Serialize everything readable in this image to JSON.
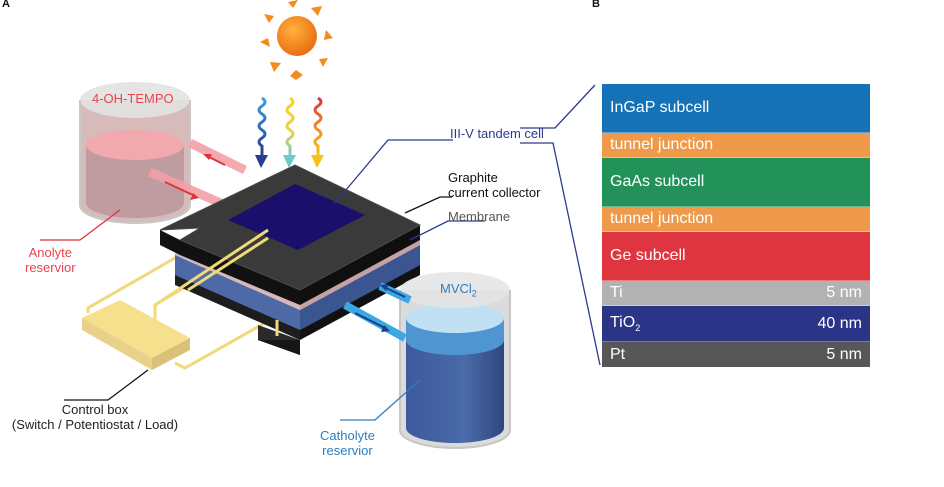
{
  "panels": {
    "a_label": "A",
    "b_label": "B"
  },
  "diagram_a": {
    "labels": {
      "anolyte_species": "4-OH-TEMPO",
      "anolyte_reservoir_line1": "Anolyte",
      "anolyte_reservoir_line2": "reservior",
      "tandem_cell": "III-V tandem cell",
      "graphite_line1": "Graphite",
      "graphite_line2": "current collector",
      "membrane": "Membrane",
      "catholyte_species": "MVCl",
      "catholyte_species_sub": "2",
      "catholyte_reservoir_line1": "Catholyte",
      "catholyte_reservoir_line2": "reservior",
      "control_box_line1": "Control box",
      "control_box_line2": "(Switch / Potentiostat / Load)"
    },
    "icons": [
      "sun-icon",
      "light-wave-blue",
      "light-wave-yellow",
      "light-wave-orange"
    ],
    "colors": {
      "anolyte": "#e8444f",
      "catholyte": "#2a7fc4",
      "tandem_leader": "#2b3b8f",
      "sun": "#f08a1c",
      "wire": "#f3dd7a"
    }
  },
  "diagram_b": {
    "layers": [
      {
        "name": "InGaP subcell",
        "thickness": "",
        "color": "#1572b6"
      },
      {
        "name": "tunnel junction",
        "thickness": "",
        "color": "#ee9a4a"
      },
      {
        "name": "GaAs subcell",
        "thickness": "",
        "color": "#23925a"
      },
      {
        "name": "tunnel junction",
        "thickness": "",
        "color": "#ee9a4a"
      },
      {
        "name": "Ge subcell",
        "thickness": "",
        "color": "#de3540"
      },
      {
        "name": "Ti",
        "thickness": "5 nm",
        "color": "#b2b2b2"
      },
      {
        "name": "TiO",
        "name_sub": "2",
        "thickness": "40 nm",
        "color": "#2a3587"
      },
      {
        "name": "Pt",
        "thickness": "5 nm",
        "color": "#575757"
      }
    ]
  }
}
